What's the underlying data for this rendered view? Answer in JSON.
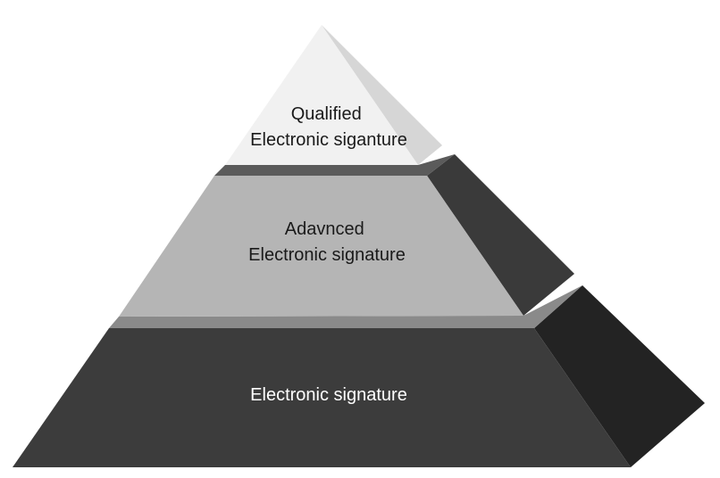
{
  "pyramid": {
    "tiers": [
      {
        "key": "top",
        "lines": [
          "Qualified",
          "Electronic siganture"
        ],
        "colors": {
          "front": "#f1f1f1",
          "side": "#d6d6d6",
          "ledge": "#5b5b5b",
          "text": "#1a1a1a"
        }
      },
      {
        "key": "middle",
        "lines": [
          "Adavnced",
          "Electronic signature"
        ],
        "colors": {
          "front": "#b5b5b5",
          "side": "#3a3a3a",
          "ledge": "#8a8a8a",
          "text": "#1a1a1a"
        }
      },
      {
        "key": "bottom",
        "lines": [
          "Electronic signature"
        ],
        "colors": {
          "front": "#3c3c3c",
          "side": "#232323",
          "ledge": null,
          "text": "#ffffff"
        }
      }
    ]
  }
}
